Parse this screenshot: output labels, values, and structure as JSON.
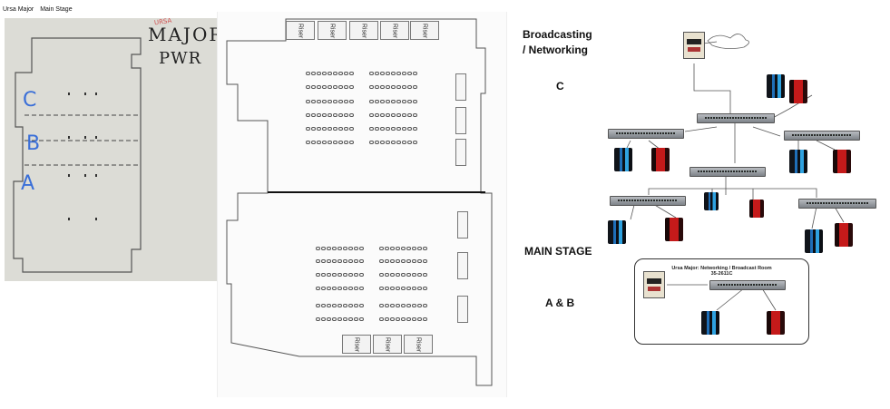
{
  "header": {
    "tab1": "Ursa Major",
    "tab2": "Main Stage"
  },
  "sketch": {
    "title_small": "URSA",
    "title_major": "MAJOR",
    "title_pwr": "PWR",
    "labels": [
      "C",
      "B",
      "A"
    ]
  },
  "floorplan": {
    "riser_label": "Riser",
    "top_risers": [
      "Riser",
      "Riser",
      "Riser",
      "Riser",
      "Riser"
    ],
    "bottom_risers": [
      "Riser",
      "Riser",
      "Riser"
    ]
  },
  "network": {
    "heading_line1": "Broadcasting",
    "heading_line2": "/ Networking",
    "label_c": "C",
    "label_main_stage": "MAIN STAGE",
    "label_ab": "A & B",
    "sub_caption_line1": "Ursa Major: Networking / Broadcast Room",
    "sub_caption_line2": "35-2611C"
  }
}
